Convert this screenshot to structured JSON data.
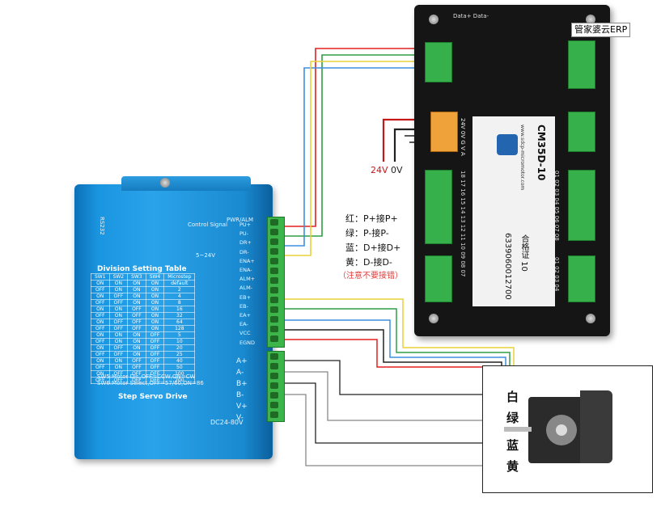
{
  "watermark": "管家婆云ERP",
  "controller": {
    "data_port_label": "Data+ Data-",
    "model": "CM35D-10",
    "cert_text": "合格证 10",
    "serial": "6339060012700",
    "website": "www.sdcp-micromotor.com",
    "voltage_label": "24V 0V G V A",
    "right_digits": "01 02 03 04 05 06 07 08",
    "right_digits_2": "01 02 03 04",
    "bottom_numbers": "18 17 16 15 14 13 12 11 10 09 08 07"
  },
  "drive": {
    "title": "Division Setting Table",
    "step_servo": "Step Servo Drive",
    "power_label": "DC24-80V",
    "control_signal": "Control Signal",
    "control_voltage": "5~24V",
    "pwr_alm": "PWR/ALM",
    "rs232": "RS232",
    "sw_labels": [
      "SW1",
      "SW2",
      "SW3",
      "SW4",
      "SW5",
      "SW6"
    ],
    "note1": "SW5:Motor Dir.,OFF=CCW,ON=CW",
    "note2": "SW6:Motor Select,OFF=57/60,ON=86",
    "pins_left": [
      "PU+",
      "PU-",
      "DR+",
      "DR-",
      "ENA+",
      "ENA-",
      "ALM+",
      "ALM-",
      "EB+",
      "EB-",
      "EA+",
      "EA-",
      "VCC",
      "EGND"
    ],
    "pins_motor": [
      "A+",
      "A-",
      "B+",
      "B-",
      "V+",
      "V-"
    ],
    "table_header": [
      "SW1",
      "SW2",
      "SW3",
      "SW4",
      "Microstep"
    ],
    "table_rows": [
      [
        "ON",
        "ON",
        "ON",
        "ON",
        "default"
      ],
      [
        "OFF",
        "ON",
        "ON",
        "ON",
        "2"
      ],
      [
        "ON",
        "OFF",
        "ON",
        "ON",
        "4"
      ],
      [
        "OFF",
        "OFF",
        "ON",
        "ON",
        "8"
      ],
      [
        "ON",
        "ON",
        "OFF",
        "ON",
        "16"
      ],
      [
        "OFF",
        "ON",
        "OFF",
        "ON",
        "32"
      ],
      [
        "ON",
        "OFF",
        "OFF",
        "ON",
        "64"
      ],
      [
        "OFF",
        "OFF",
        "OFF",
        "ON",
        "128"
      ],
      [
        "ON",
        "ON",
        "ON",
        "OFF",
        "5"
      ],
      [
        "OFF",
        "ON",
        "ON",
        "OFF",
        "10"
      ],
      [
        "ON",
        "OFF",
        "ON",
        "OFF",
        "20"
      ],
      [
        "OFF",
        "OFF",
        "ON",
        "OFF",
        "25"
      ],
      [
        "ON",
        "ON",
        "OFF",
        "OFF",
        "40"
      ],
      [
        "OFF",
        "ON",
        "OFF",
        "OFF",
        "50"
      ],
      [
        "ON",
        "OFF",
        "OFF",
        "OFF",
        "100"
      ],
      [
        "OFF",
        "OFF",
        "OFF",
        "OFF",
        "200"
      ]
    ]
  },
  "legend": {
    "line1": "红：P+接P+",
    "line2": "绿：P-接P-",
    "line3": "蓝：D+接D+",
    "line4": "黄：D-接D-",
    "warning": "（注意不要接错）"
  },
  "power_labels": {
    "v24": "24V",
    "v0": "0V"
  },
  "motor_labels": {
    "white": "白",
    "green": "绿",
    "blue": "蓝",
    "yellow": "黄"
  },
  "colors": {
    "red": "#e02020",
    "green": "#2ea043",
    "blue": "#3b8fe0",
    "yellow": "#e8d23a",
    "black": "#222222",
    "white_wire": "#777777",
    "drive_blue": "#1a95e0",
    "terminal_green": "#3cb54a"
  }
}
